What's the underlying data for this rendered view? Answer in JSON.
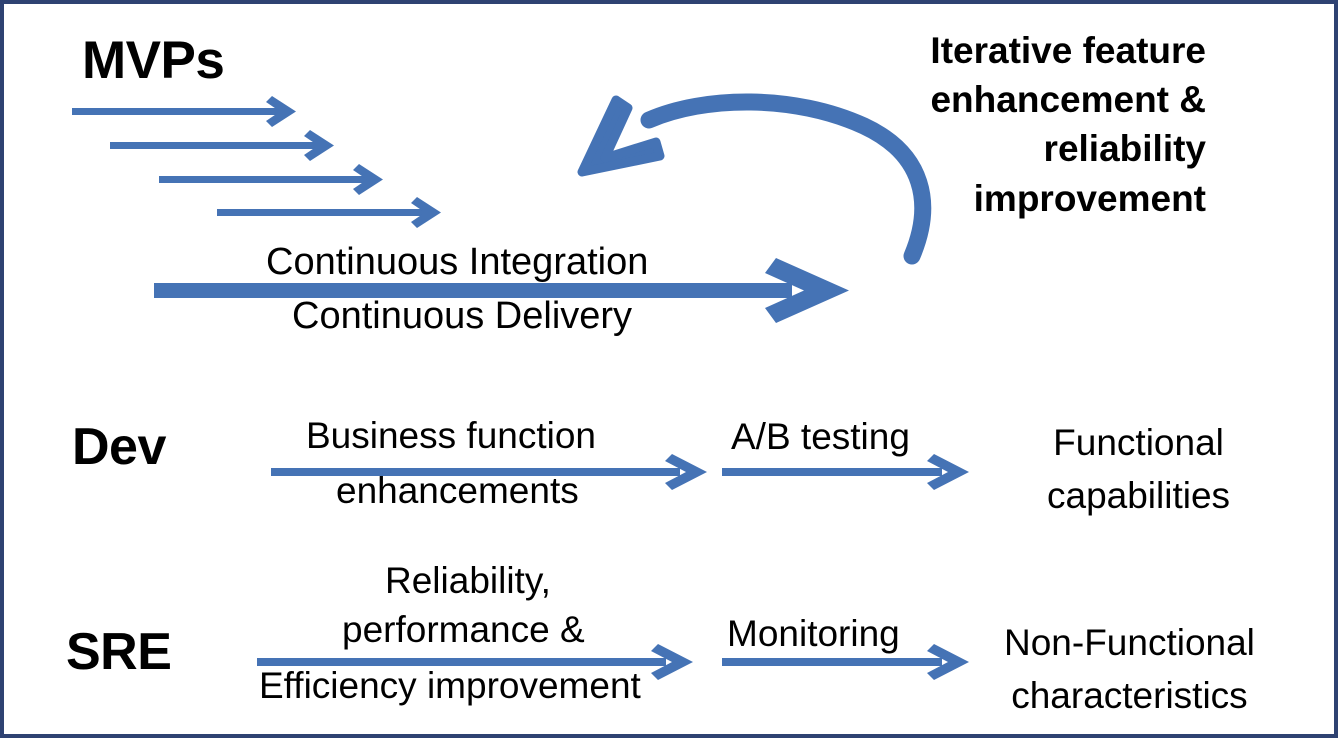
{
  "diagram": {
    "title_area": {
      "mvps_label": "MVPs",
      "iterative_note": "Iterative feature\nenhancement &\nreliability\nimprovement"
    },
    "pipeline": {
      "ci_label": "Continuous Integration",
      "cd_label": "Continuous Delivery"
    },
    "rows": [
      {
        "role": "Dev",
        "step1_line1": "Business function",
        "step1_line2": "enhancements",
        "step2": "A/B testing",
        "outcome_line1": "Functional",
        "outcome_line2": "capabilities"
      },
      {
        "role": "SRE",
        "step1_line1": "Reliability,",
        "step1_line2": "performance &",
        "step1_line3": "Efficiency improvement",
        "step2": "Monitoring",
        "outcome_line1": "Non-Functional",
        "outcome_line2": "characteristics"
      }
    ],
    "colors": {
      "arrow_blue": "#4573b5",
      "border_navy": "#2e4272",
      "text_black": "#000000",
      "background": "#ffffff"
    },
    "mvp_arrows_count": 4
  }
}
